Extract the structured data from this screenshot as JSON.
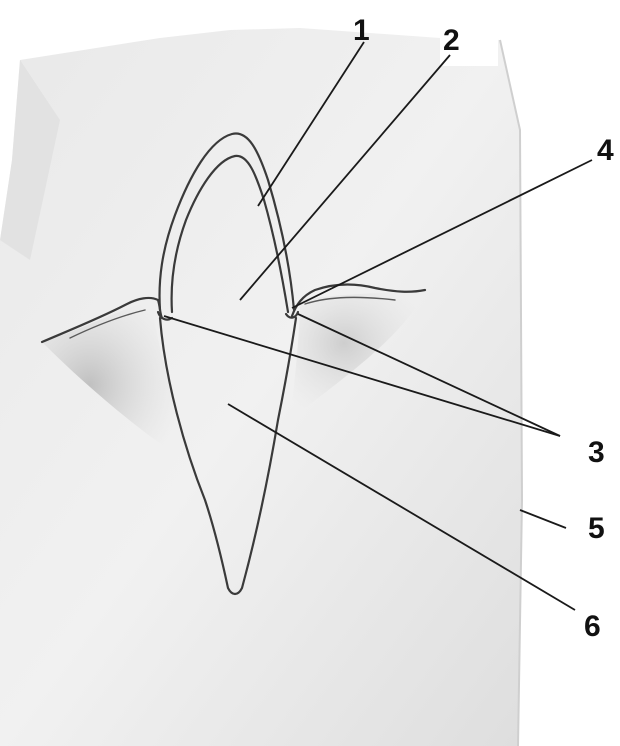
{
  "diagram": {
    "labels": [
      {
        "id": "1",
        "text": "1",
        "name": "label-1"
      },
      {
        "id": "2",
        "text": "2",
        "name": "label-2"
      },
      {
        "id": "3",
        "text": "3",
        "name": "label-3"
      },
      {
        "id": "4",
        "text": "4",
        "name": "label-4"
      },
      {
        "id": "5",
        "text": "5",
        "name": "label-5"
      },
      {
        "id": "6",
        "text": "6",
        "name": "label-6"
      }
    ]
  }
}
